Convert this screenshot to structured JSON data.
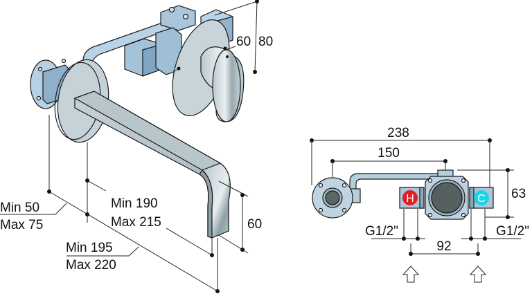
{
  "figure": {
    "iso_view": {
      "dims": {
        "depth_top": "80",
        "handle_offset": "60",
        "min_50": "Min 50",
        "max_75": "Max 75",
        "min_190": "Min 190",
        "max_215": "Max 215",
        "min_195": "Min 195",
        "max_220": "Max 220",
        "spout_drop": "60"
      }
    },
    "plan_view": {
      "dims": {
        "overall_width": "238",
        "flange_to_body": "150",
        "height": "63",
        "inlet_spacing": "92",
        "thread_left": "G1/2\"",
        "thread_right": "G1/2\""
      },
      "hot_label": "H",
      "cold_label": "C"
    }
  },
  "colors": {
    "hot": "#e01e24",
    "cold": "#1fd3e6",
    "metal_light": "#c9d6dc",
    "metal_mid": "#a9bcc6",
    "metal_blue": "#a8c8df",
    "dark_core": "#55605f"
  }
}
